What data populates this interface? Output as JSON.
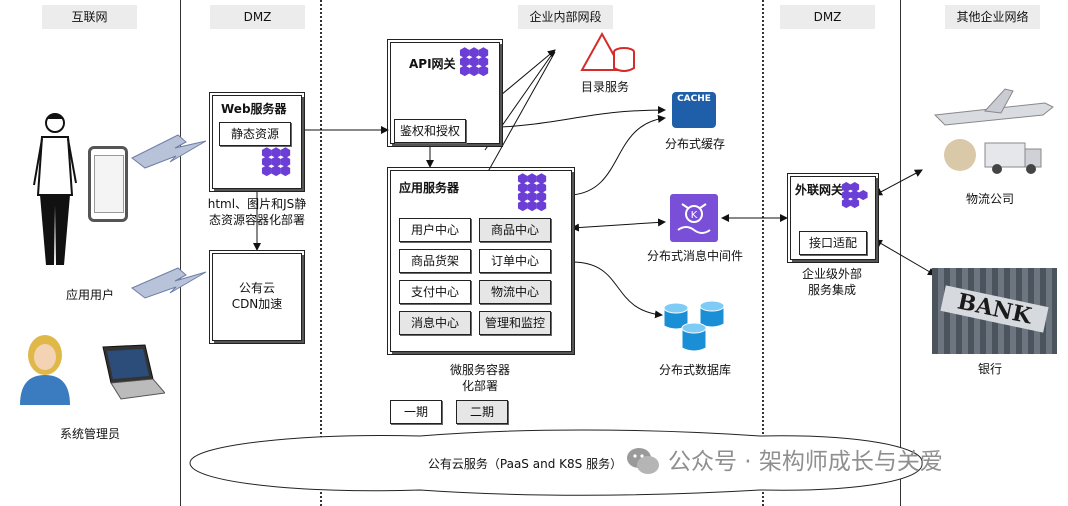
{
  "zones": {
    "internet": "互联网",
    "dmz_left": "DMZ",
    "internal": "企业内部网段",
    "dmz_right": "DMZ",
    "other": "其他企业网络"
  },
  "users": {
    "app_user": "应用用户",
    "admin": "系统管理员"
  },
  "web_server": {
    "title": "Web服务器",
    "static": "静态资源",
    "note_line1": "html、图片和JS静",
    "note_line2": "态资源容器化部署"
  },
  "cdn": {
    "line1": "公有云",
    "line2": "CDN加速"
  },
  "api_gateway": {
    "title": "API网关",
    "auth": "鉴权和授权"
  },
  "app_server": {
    "title": "应用服务器",
    "modules": [
      "用户中心",
      "商品中心",
      "商品货架",
      "订单中心",
      "支付中心",
      "物流中心",
      "消息中心",
      "管理和监控"
    ],
    "note_line1": "微服务容器",
    "note_line2": "化部署"
  },
  "legend": {
    "phase1": "一期",
    "phase2": "二期"
  },
  "services": {
    "directory": "目录服务",
    "cache_badge": "CACHE",
    "cache": "分布式缓存",
    "mq": "分布式消息中间件",
    "db": "分布式数据库"
  },
  "ext_gateway": {
    "title": "外联网关",
    "adapter": "接口适配",
    "note_line1": "企业级外部",
    "note_line2": "服务集成"
  },
  "partners": {
    "logistics": "物流公司",
    "bank": "银行",
    "bank_sign": "BANK"
  },
  "cloud": "公有云服务（PaaS and K8S 服务）",
  "watermark": "公众号 · 架构师成长与关爱",
  "colors": {
    "gray_fill": "#e6e6e6",
    "k8s_purple": "#6b3fd6",
    "cache_blue": "#1f5ea8",
    "mq_purple": "#7a4fd8",
    "db_blue": "#1b8fd6",
    "dir_red": "#d62b2b",
    "bolt": "#b8c2d9"
  }
}
